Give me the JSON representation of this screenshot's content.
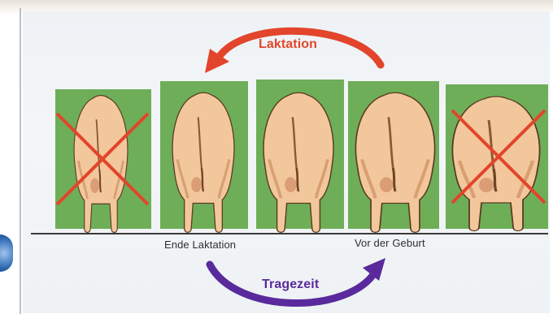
{
  "diagram": {
    "top_arrow": {
      "label": "Laktation",
      "color": "#e2452b"
    },
    "bottom_arrow": {
      "label": "Tragezeit",
      "color": "#5a2a9c"
    },
    "stage_labels": {
      "end_lactation": "Ende Laktation",
      "before_birth": "Vor der Geburt"
    },
    "pigs": [
      {
        "id": "pig-1",
        "crossed_out": true
      },
      {
        "id": "pig-2",
        "crossed_out": false
      },
      {
        "id": "pig-3",
        "crossed_out": false
      },
      {
        "id": "pig-4",
        "crossed_out": false
      },
      {
        "id": "pig-5",
        "crossed_out": true
      }
    ],
    "colors": {
      "background_green": "#5fa646",
      "pig_skin": "#f3c79c",
      "cross": "#e2452b"
    }
  }
}
